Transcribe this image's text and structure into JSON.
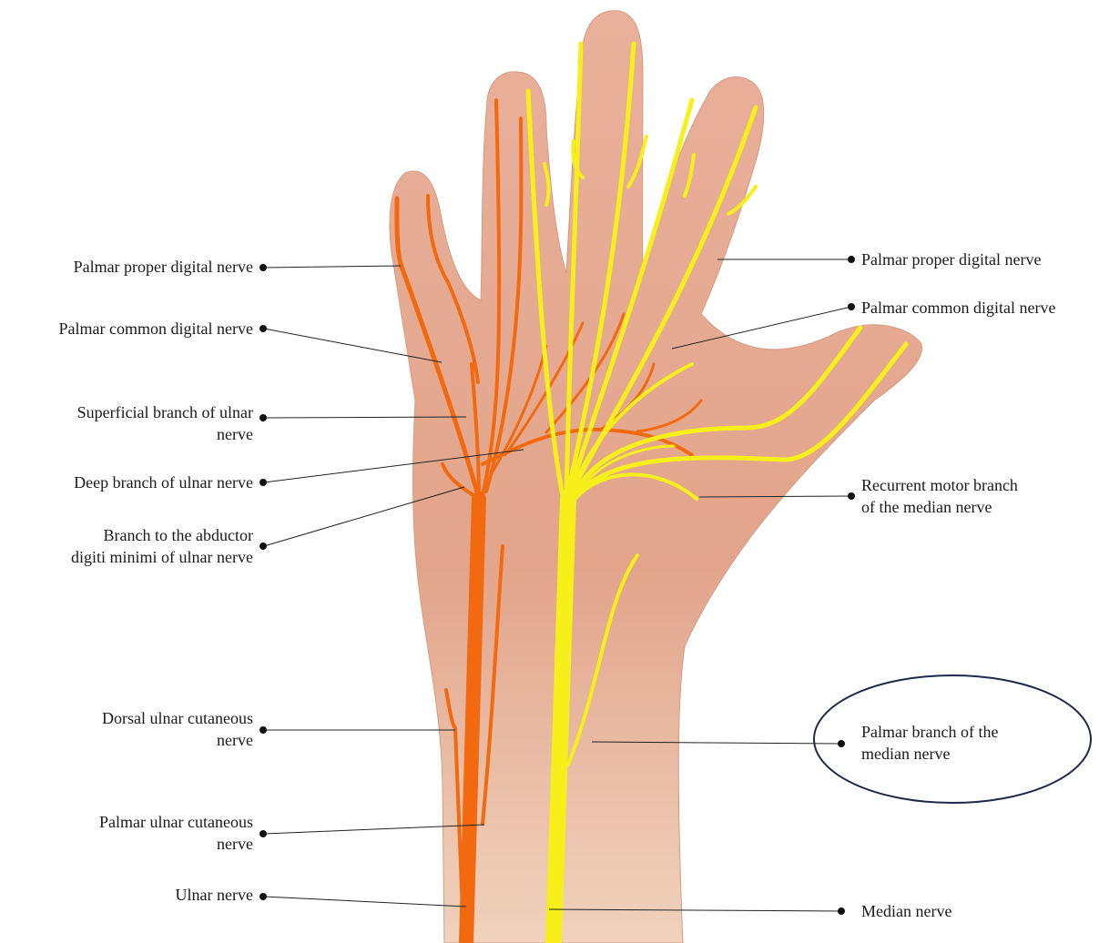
{
  "labels": {
    "left": {
      "palmar_proper_digital": "Palmar proper digital nerve",
      "palmar_common_digital": "Palmar common digital nerve",
      "superficial_ulnar_line1": "Superficial branch of ulnar",
      "superficial_ulnar_line2": "nerve",
      "deep_ulnar": "Deep branch of ulnar nerve",
      "abductor_line1": "Branch to the abductor",
      "abductor_line2": "digiti minimi of ulnar nerve",
      "dorsal_ulnar_line1": "Dorsal ulnar cutaneous",
      "dorsal_ulnar_line2": "nerve",
      "palmar_ulnar_line1": "Palmar ulnar cutaneous",
      "palmar_ulnar_line2": "nerve",
      "ulnar_nerve": "Ulnar nerve"
    },
    "right": {
      "palmar_proper_digital": "Palmar proper digital nerve",
      "palmar_common_digital": "Palmar common digital nerve",
      "recurrent_line1": "Recurrent motor branch",
      "recurrent_line2": "of the median nerve",
      "palmar_branch_line1": "Palmar branch of the",
      "palmar_branch_line2": "median nerve",
      "median_nerve": "Median nerve"
    }
  },
  "colors": {
    "ulnar": "#f2690f",
    "median": "#f7ef1a",
    "skin": "#e6a88e",
    "highlight_ellipse": "#1c2a4a"
  }
}
